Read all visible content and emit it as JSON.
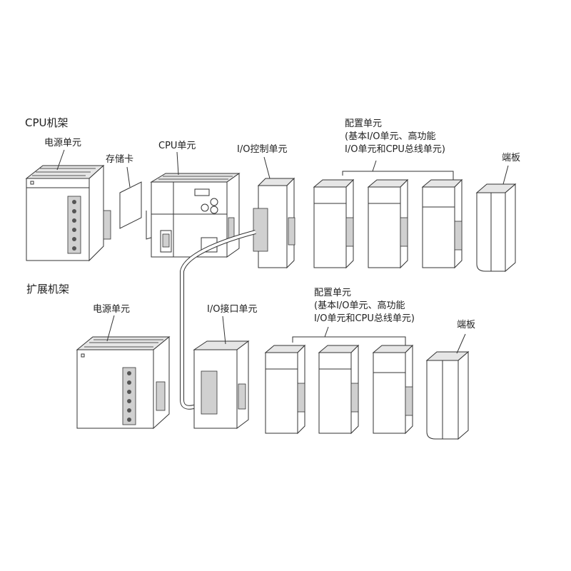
{
  "cpu_rack": {
    "title": "CPU机架",
    "power_unit": "电源单元",
    "memory_card": "存储卡",
    "cpu_unit": "CPU单元",
    "io_control_unit": "I/O控制单元",
    "config_units": [
      "配置单元",
      "(基本I/O单元、高功能",
      "I/O单元和CPU总线单元)"
    ],
    "end_plate": "端板"
  },
  "expansion_rack": {
    "title": "扩展机架",
    "power_unit": "电源单元",
    "io_interface_unit": "I/O接口单元",
    "config_units": [
      "配置单元",
      "(基本I/O单元、高功能",
      "I/O单元和CPU总线单元)"
    ],
    "end_plate": "端板"
  }
}
